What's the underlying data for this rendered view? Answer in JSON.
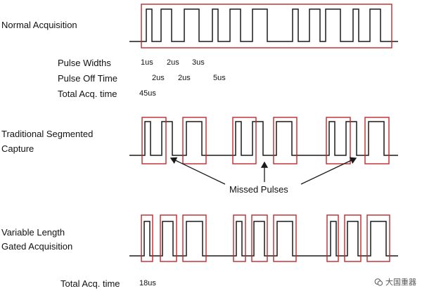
{
  "rows": {
    "normal": {
      "label": "Normal Acquisition"
    },
    "traditional": {
      "label_line1": "Traditional Segmented",
      "label_line2": "Capture"
    },
    "variable": {
      "label_line1": "Variable Length",
      "label_line2": "Gated Acquisition"
    }
  },
  "params": {
    "pulse_widths": {
      "label": "Pulse Widths",
      "values": [
        "1us",
        "2us",
        "3us"
      ]
    },
    "pulse_off_time": {
      "label": "Pulse Off Time",
      "values": [
        "2us",
        "2us",
        "5us"
      ]
    },
    "total_acq_time": {
      "label": "Total Acq. time",
      "value": "45us"
    }
  },
  "missed": {
    "label": "Missed Pulses"
  },
  "bottom": {
    "label": "Total Acq. time",
    "value": "18us"
  },
  "watermark": {
    "text": "大国重器"
  },
  "colors": {
    "signal": "#1a1a1a",
    "window": "#c0282c"
  }
}
